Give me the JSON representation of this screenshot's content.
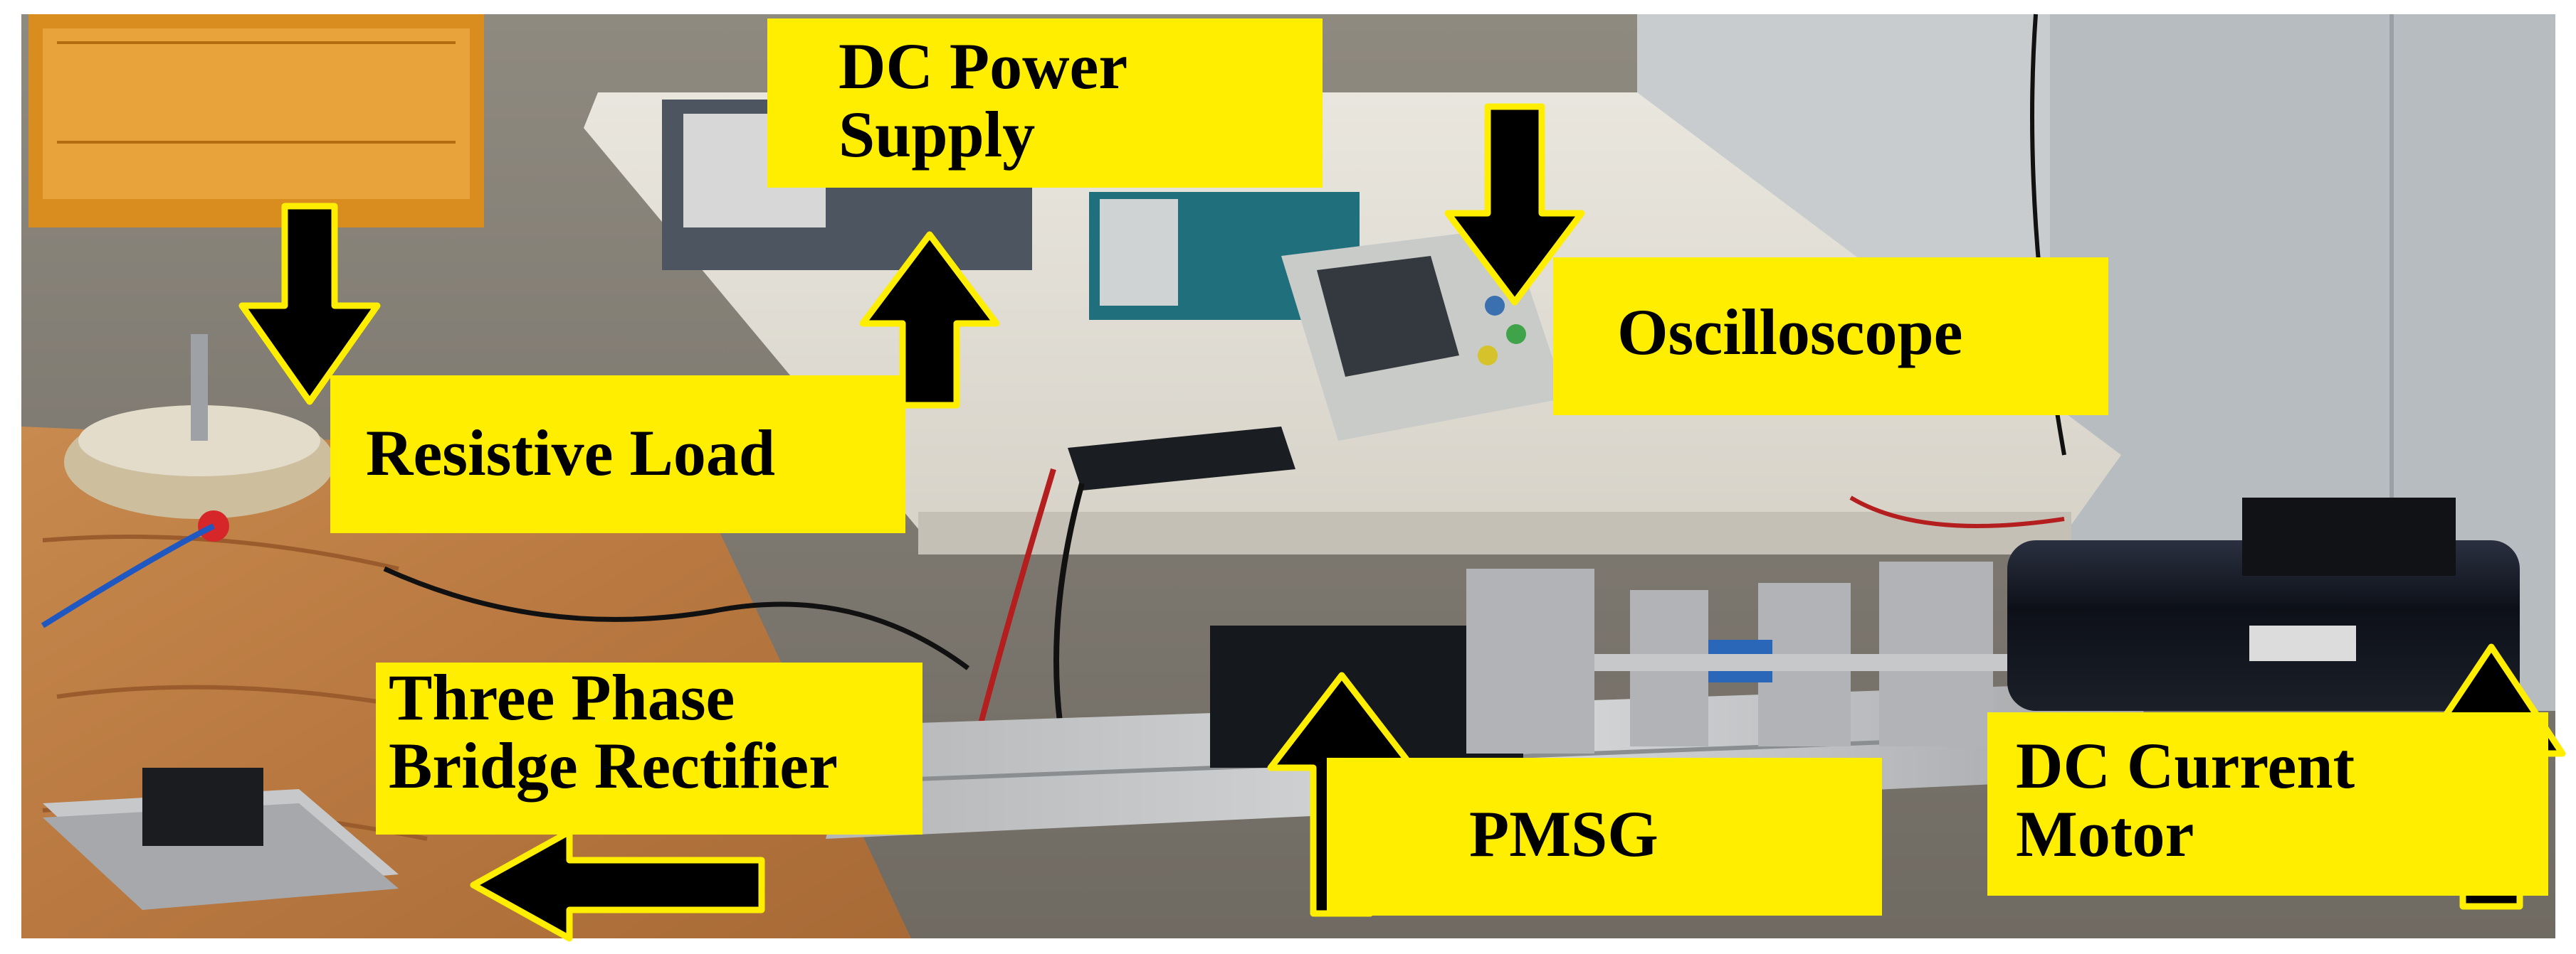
{
  "labels": {
    "dc_power_supply": [
      "DC Power",
      "Supply"
    ],
    "oscilloscope": "Oscilloscope",
    "resistive_load": "Resistive Load",
    "rectifier": [
      "Three Phase",
      "Bridge Rectifier"
    ],
    "pmsg": "PMSG",
    "dc_motor": [
      "DC Current",
      "Motor"
    ]
  },
  "colors": {
    "label_fill": "#ffee00",
    "arrow_fill": "#000000",
    "arrow_outline": "#ffee00"
  }
}
